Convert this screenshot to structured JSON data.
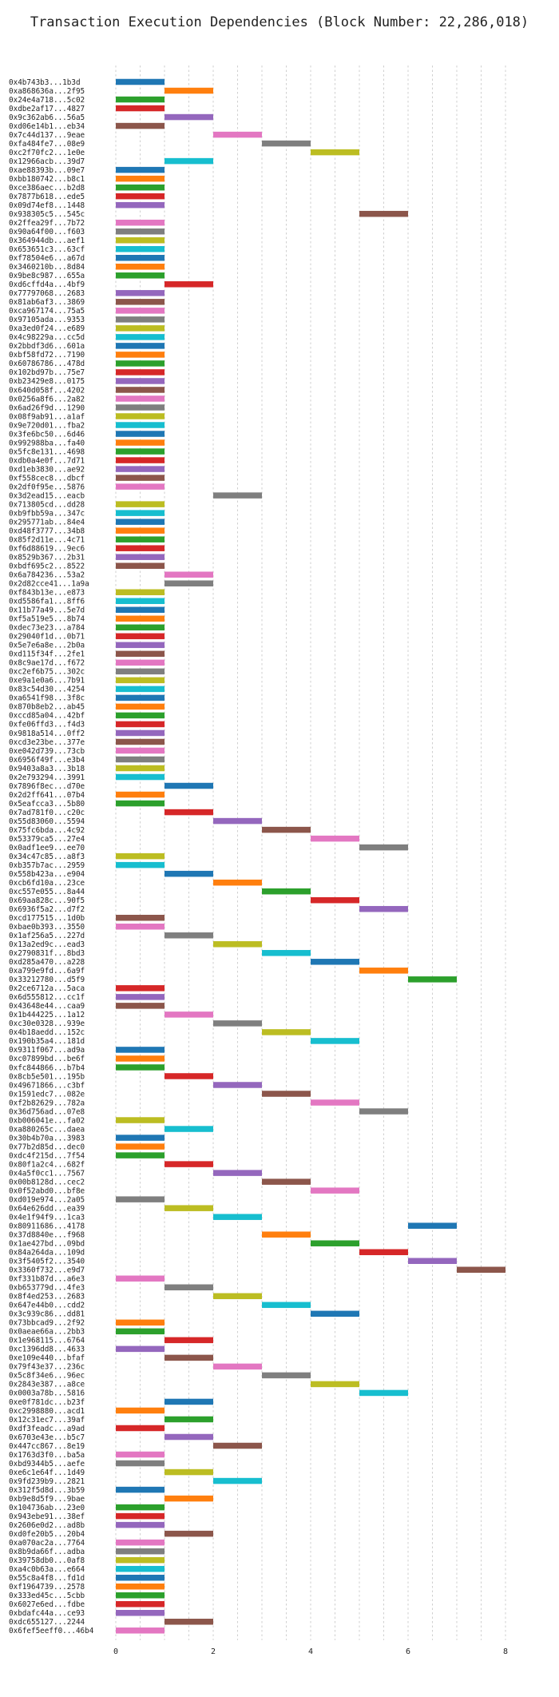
{
  "chart_data": {
    "type": "bar",
    "orientation": "horizontal-gantt",
    "title": "Transaction Execution Dependencies (Block Number: 22,286,018)",
    "xlabel": "",
    "ylabel": "",
    "xlim": [
      0,
      8
    ],
    "xticks": [
      0,
      2,
      4,
      6,
      8
    ],
    "grid": "vertical dashed",
    "palette": [
      "#1f77b4",
      "#ff7f0e",
      "#2ca02c",
      "#d62728",
      "#9467bd",
      "#8c564b",
      "#e377c2",
      "#7f7f7f",
      "#bcbd22",
      "#17becf"
    ],
    "transactions": [
      {
        "label": "0x4b743b3...1b3d",
        "start": 0
      },
      {
        "label": "0xa868636a...2f95",
        "start": 1
      },
      {
        "label": "0x24e4a718...5c02",
        "start": 0
      },
      {
        "label": "0xdbe2af17...4827",
        "start": 0
      },
      {
        "label": "0x9c362ab6...56a5",
        "start": 1
      },
      {
        "label": "0xd06e14b1...eb34",
        "start": 0
      },
      {
        "label": "0x7c44d137...9eae",
        "start": 2
      },
      {
        "label": "0xfa484fe7...08e9",
        "start": 3
      },
      {
        "label": "0xc2f70fc2...1e0e",
        "start": 4
      },
      {
        "label": "0x12966acb...39d7",
        "start": 1
      },
      {
        "label": "0xae88393b...09e7",
        "start": 0
      },
      {
        "label": "0xbb180742...b8c1",
        "start": 0
      },
      {
        "label": "0xce386aec...b2d8",
        "start": 0
      },
      {
        "label": "0x7877b618...ede5",
        "start": 0
      },
      {
        "label": "0x09d74ef8...1448",
        "start": 0
      },
      {
        "label": "0x938305c5...545c",
        "start": 5
      },
      {
        "label": "0x2ffea29f...7b72",
        "start": 0
      },
      {
        "label": "0x90a64f00...f603",
        "start": 0
      },
      {
        "label": "0x364944db...aef1",
        "start": 0
      },
      {
        "label": "0x653651c3...63cf",
        "start": 0
      },
      {
        "label": "0xf78504e6...a67d",
        "start": 0
      },
      {
        "label": "0x3460210b...8d84",
        "start": 0
      },
      {
        "label": "0x9be8c987...655a",
        "start": 0
      },
      {
        "label": "0xd6cffd4a...4bf9",
        "start": 1
      },
      {
        "label": "0x77797068...2683",
        "start": 0
      },
      {
        "label": "0x81ab6af3...3869",
        "start": 0
      },
      {
        "label": "0xca967174...75a5",
        "start": 0
      },
      {
        "label": "0x97105ada...9353",
        "start": 0
      },
      {
        "label": "0xa3ed0f24...e689",
        "start": 0
      },
      {
        "label": "0x4c98229a...cc5d",
        "start": 0
      },
      {
        "label": "0x2bbdf3d6...601a",
        "start": 0
      },
      {
        "label": "0xbf58fd72...7190",
        "start": 0
      },
      {
        "label": "0x60786786...478d",
        "start": 0
      },
      {
        "label": "0x102bd97b...75e7",
        "start": 0
      },
      {
        "label": "0xb23429e8...0175",
        "start": 0
      },
      {
        "label": "0x640d058f...4202",
        "start": 0
      },
      {
        "label": "0x0256a8f6...2a82",
        "start": 0
      },
      {
        "label": "0x6ad26f9d...1290",
        "start": 0
      },
      {
        "label": "0x08f9ab91...a1af",
        "start": 0
      },
      {
        "label": "0x9e720d01...fba2",
        "start": 0
      },
      {
        "label": "0x3fe6bc50...6d46",
        "start": 0
      },
      {
        "label": "0x992988ba...fa40",
        "start": 0
      },
      {
        "label": "0x5fc8e131...4698",
        "start": 0
      },
      {
        "label": "0xdb0a4e0f...7d71",
        "start": 0
      },
      {
        "label": "0xd1eb3830...ae92",
        "start": 0
      },
      {
        "label": "0xf558cec8...dbcf",
        "start": 0
      },
      {
        "label": "0x2df0f95e...5876",
        "start": 0
      },
      {
        "label": "0x3d2ead15...eacb",
        "start": 2
      },
      {
        "label": "0x713805cd...dd28",
        "start": 0
      },
      {
        "label": "0xb9fbb59a...347c",
        "start": 0
      },
      {
        "label": "0x295771ab...84e4",
        "start": 0
      },
      {
        "label": "0xd48f3777...34b8",
        "start": 0
      },
      {
        "label": "0x85f2d11e...4c71",
        "start": 0
      },
      {
        "label": "0xf6d88619...9ec6",
        "start": 0
      },
      {
        "label": "0x8529b367...2b31",
        "start": 0
      },
      {
        "label": "0xbdf695c2...8522",
        "start": 0
      },
      {
        "label": "0x6a784236...53a2",
        "start": 1
      },
      {
        "label": "0x2d82cce41...1a9a",
        "start": 1
      },
      {
        "label": "0xf843b13e...e873",
        "start": 0
      },
      {
        "label": "0xd5586fa1...8ff6",
        "start": 0
      },
      {
        "label": "0x11b77a49...5e7d",
        "start": 0
      },
      {
        "label": "0xf5a519e5...8b74",
        "start": 0
      },
      {
        "label": "0xdec73e23...a784",
        "start": 0
      },
      {
        "label": "0x29040f1d...0b71",
        "start": 0
      },
      {
        "label": "0x5e7e6a8e...2b0a",
        "start": 0
      },
      {
        "label": "0xd115f34f...2fe1",
        "start": 0
      },
      {
        "label": "0x8c9ae17d...f672",
        "start": 0
      },
      {
        "label": "0xc2ef6b75...302c",
        "start": 0
      },
      {
        "label": "0xe9a1e0a6...7b91",
        "start": 0
      },
      {
        "label": "0x83c54d30...4254",
        "start": 0
      },
      {
        "label": "0xa6541f98...3f8c",
        "start": 0
      },
      {
        "label": "0x870b8eb2...ab45",
        "start": 0
      },
      {
        "label": "0xccd85a04...42bf",
        "start": 0
      },
      {
        "label": "0xfe06ffd3...f4d3",
        "start": 0
      },
      {
        "label": "0x9818a514...0ff2",
        "start": 0
      },
      {
        "label": "0xcd3e23be...377e",
        "start": 0
      },
      {
        "label": "0xe042d739...73cb",
        "start": 0
      },
      {
        "label": "0x6956f49f...e3b4",
        "start": 0
      },
      {
        "label": "0x9403a8a3...3b18",
        "start": 0
      },
      {
        "label": "0x2e793294...3991",
        "start": 0
      },
      {
        "label": "0x7896f8ec...d70e",
        "start": 1
      },
      {
        "label": "0x2d2ff641...07b4",
        "start": 0
      },
      {
        "label": "0x5eafcca3...5b80",
        "start": 0
      },
      {
        "label": "0x7ad781f0...c20c",
        "start": 1
      },
      {
        "label": "0x55d83060...5594",
        "start": 2
      },
      {
        "label": "0x75fc6bda...4c92",
        "start": 3
      },
      {
        "label": "0x53379ca5...27e4",
        "start": 4
      },
      {
        "label": "0x0adf1ee9...ee70",
        "start": 5
      },
      {
        "label": "0x34c47c85...a8f3",
        "start": 0
      },
      {
        "label": "0xb357b7ac...2959",
        "start": 0
      },
      {
        "label": "0x558b423a...e904",
        "start": 1
      },
      {
        "label": "0xcb6fd10a...23ce",
        "start": 2
      },
      {
        "label": "0xc557e055...8a44",
        "start": 3
      },
      {
        "label": "0x69aa828c...90f5",
        "start": 4
      },
      {
        "label": "0x6936f5a2...d7f2",
        "start": 5
      },
      {
        "label": "0xcd177515...1d0b",
        "start": 0
      },
      {
        "label": "0xbae0b393...3550",
        "start": 0
      },
      {
        "label": "0x1af256a5...227d",
        "start": 1
      },
      {
        "label": "0x13a2ed9c...ead3",
        "start": 2
      },
      {
        "label": "0x2790831f...8bd3",
        "start": 3
      },
      {
        "label": "0xd285a470...a228",
        "start": 4
      },
      {
        "label": "0xa799e9fd...6a9f",
        "start": 5
      },
      {
        "label": "0x33212780...d5f9",
        "start": 6
      },
      {
        "label": "0x2ce6712a...5aca",
        "start": 0
      },
      {
        "label": "0x6d555812...cc1f",
        "start": 0
      },
      {
        "label": "0x43648e44...caa9",
        "start": 0
      },
      {
        "label": "0x1b444225...1a12",
        "start": 1
      },
      {
        "label": "0xc30e0328...939e",
        "start": 2
      },
      {
        "label": "0x4b18aedd...152c",
        "start": 3
      },
      {
        "label": "0x190b35a4...181d",
        "start": 4
      },
      {
        "label": "0x9311f067...ad9a",
        "start": 0
      },
      {
        "label": "0xc07899bd...be6f",
        "start": 0
      },
      {
        "label": "0xfc844866...b7b4",
        "start": 0
      },
      {
        "label": "0x8cb5e501...195b",
        "start": 1
      },
      {
        "label": "0x49671866...c3bf",
        "start": 2
      },
      {
        "label": "0x1591edc7...082e",
        "start": 3
      },
      {
        "label": "0xf2b82629...782a",
        "start": 4
      },
      {
        "label": "0x36d756ad...07e8",
        "start": 5
      },
      {
        "label": "0xb006041e...fa02",
        "start": 0
      },
      {
        "label": "0xa880265c...daea",
        "start": 1
      },
      {
        "label": "0x30b4b70a...3983",
        "start": 0
      },
      {
        "label": "0x77b2d85d...dec0",
        "start": 0
      },
      {
        "label": "0xdc4f215d...7f54",
        "start": 0
      },
      {
        "label": "0x80f1a2c4...682f",
        "start": 1
      },
      {
        "label": "0x4a5f0cc1...7567",
        "start": 2
      },
      {
        "label": "0x00b8128d...cec2",
        "start": 3
      },
      {
        "label": "0x0f52abd0...bf8e",
        "start": 4
      },
      {
        "label": "0xd019e974...2a05",
        "start": 0
      },
      {
        "label": "0x64e626dd...ea39",
        "start": 1
      },
      {
        "label": "0x4e1f94f9...1ca3",
        "start": 2
      },
      {
        "label": "0x80911686...4178",
        "start": 6
      },
      {
        "label": "0x37d8840e...f968",
        "start": 3
      },
      {
        "label": "0x1ae427bd...09bd",
        "start": 4
      },
      {
        "label": "0x84a264da...109d",
        "start": 5
      },
      {
        "label": "0x3f5405f2...3540",
        "start": 6
      },
      {
        "label": "0x3360f732...e9d7",
        "start": 7
      },
      {
        "label": "0xf331b87d...a6e3",
        "start": 0
      },
      {
        "label": "0xb653779d...4fe3",
        "start": 1
      },
      {
        "label": "0x8f4ed253...2683",
        "start": 2
      },
      {
        "label": "0x647e44b0...cdd2",
        "start": 3
      },
      {
        "label": "0x3c939c86...dd81",
        "start": 4
      },
      {
        "label": "0x73bbcad9...2f92",
        "start": 0
      },
      {
        "label": "0x0aeae66a...2bb3",
        "start": 0
      },
      {
        "label": "0x1e968115...6764",
        "start": 1
      },
      {
        "label": "0xc1396dd8...4633",
        "start": 0
      },
      {
        "label": "0xe109e440...bfaf",
        "start": 1
      },
      {
        "label": "0x79f43e37...236c",
        "start": 2
      },
      {
        "label": "0x5c8f34e6...96ec",
        "start": 3
      },
      {
        "label": "0x2843e387...a8ce",
        "start": 4
      },
      {
        "label": "0x0003a78b...5816",
        "start": 5
      },
      {
        "label": "0xe0f781dc...b23f",
        "start": 1
      },
      {
        "label": "0xc2998880...acd1",
        "start": 0
      },
      {
        "label": "0x12c31ec7...39af",
        "start": 1
      },
      {
        "label": "0xdf3feadc...a9ad",
        "start": 0
      },
      {
        "label": "0x6703e43e...b5c7",
        "start": 1
      },
      {
        "label": "0x447cc867...8e19",
        "start": 2
      },
      {
        "label": "0x1763d3f0...ba5a",
        "start": 0
      },
      {
        "label": "0xbd9344b5...aefe",
        "start": 0
      },
      {
        "label": "0xe6c1e64f...1d49",
        "start": 1
      },
      {
        "label": "0x9fd239b9...2821",
        "start": 2
      },
      {
        "label": "0x312f5d8d...3b59",
        "start": 0
      },
      {
        "label": "0xb9e8d5f9...9bae",
        "start": 1
      },
      {
        "label": "0x104736ab...23e0",
        "start": 0
      },
      {
        "label": "0x943ebe91...38ef",
        "start": 0
      },
      {
        "label": "0x2606e0d2...ad8b",
        "start": 0
      },
      {
        "label": "0xd0fe20b5...20b4",
        "start": 1
      },
      {
        "label": "0xa070ac2a...7764",
        "start": 0
      },
      {
        "label": "0x8b9da66f...adba",
        "start": 0
      },
      {
        "label": "0x39758db0...0af8",
        "start": 0
      },
      {
        "label": "0xa4c0b63a...e664",
        "start": 0
      },
      {
        "label": "0x55c8a4f8...fd1d",
        "start": 0
      },
      {
        "label": "0xf1964739...2578",
        "start": 0
      },
      {
        "label": "0x333ed45c...5cbb",
        "start": 0
      },
      {
        "label": "0x6027e6ed...fdbe",
        "start": 0
      },
      {
        "label": "0xbdafc44a...ce93",
        "start": 0
      },
      {
        "label": "0xdc655127...2244",
        "start": 1
      },
      {
        "label": "0x6fef5eeff0...46b4",
        "start": 0
      }
    ]
  }
}
